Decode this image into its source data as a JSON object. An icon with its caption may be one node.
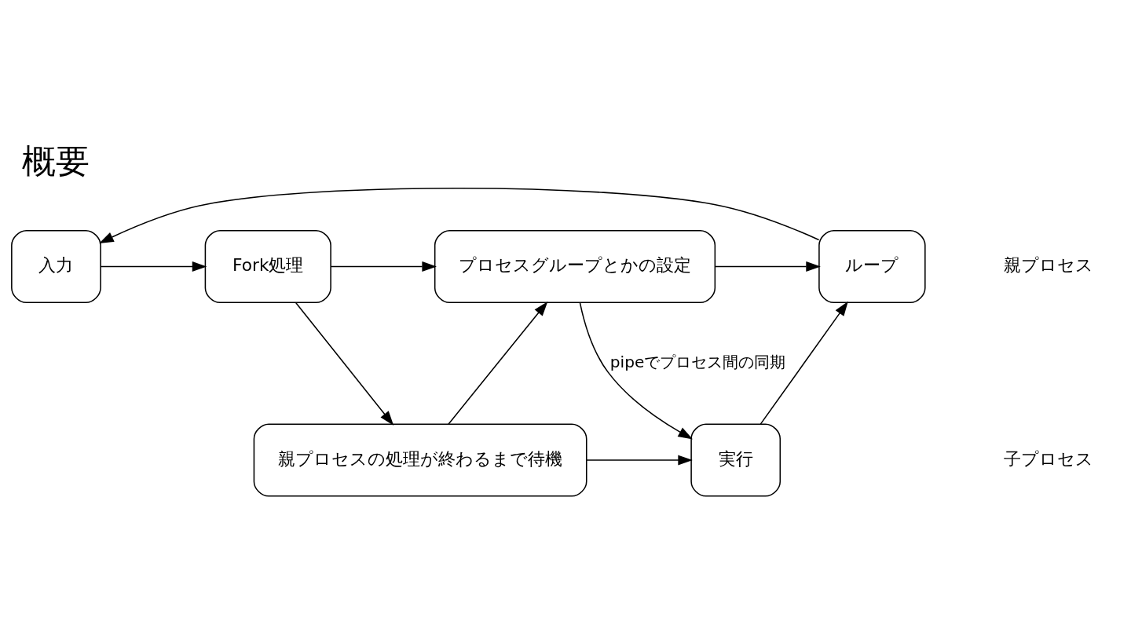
{
  "diagram": {
    "title": "概要",
    "nodes": [
      {
        "text": [
          "入力"
        ]
      },
      {
        "text": [
          "Fork処理"
        ]
      },
      {
        "text": [
          "プロセスグループとかの設定"
        ]
      },
      {
        "text": [
          "ループ"
        ]
      },
      {
        "text": [
          "親プロセスの処理が終わるまで待機"
        ]
      },
      {
        "text": [
          "実行"
        ]
      }
    ],
    "edges": [
      {
        "from": 3,
        "to": 0,
        "arrow": "to"
      },
      {
        "from": 0,
        "to": 1,
        "arrow": "to"
      },
      {
        "from": 1,
        "to": 2,
        "arrow": "to"
      },
      {
        "from": 2,
        "to": 3,
        "arrow": "to"
      },
      {
        "from": 1,
        "to": 4,
        "arrow": "to"
      },
      {
        "from": 4,
        "to": 5,
        "arrow": "to"
      },
      {
        "from": 4,
        "to": 2,
        "arrow": "to"
      },
      {
        "from": 2,
        "to": 5,
        "arrow": "to",
        "label": "pipeでプロセス間の同期"
      },
      {
        "from": 5,
        "to": 3,
        "arrow": "to"
      }
    ],
    "labels": [
      "親プロセス",
      "子プロセス"
    ]
  }
}
